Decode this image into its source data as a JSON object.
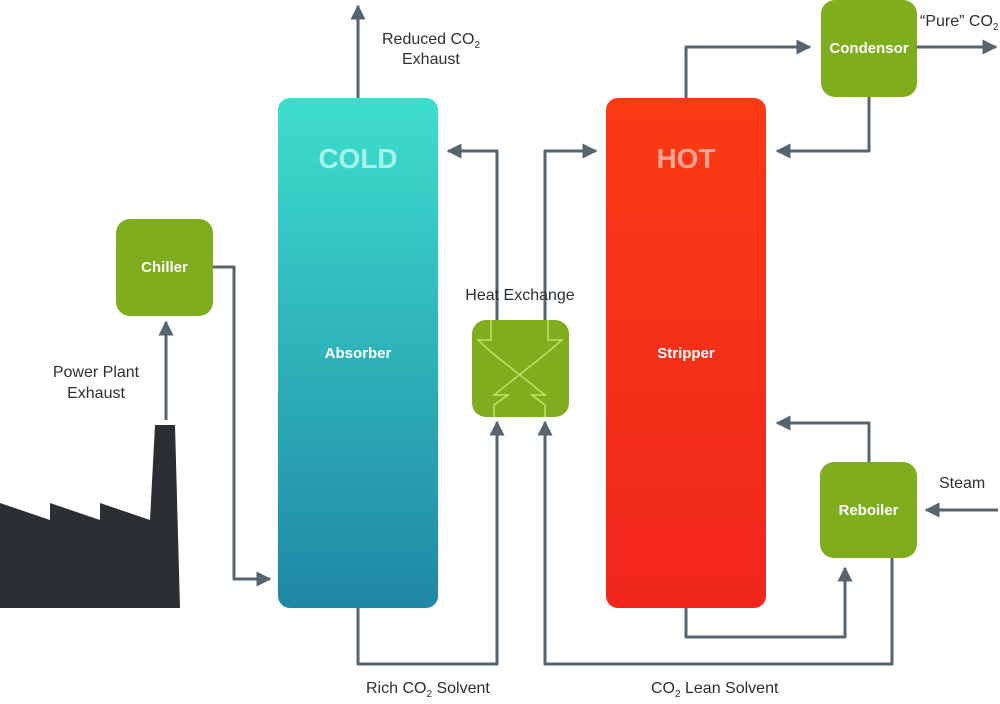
{
  "labels": {
    "reduced_exhaust_line1": "Reduced CO",
    "reduced_exhaust_sub": "2",
    "reduced_exhaust_line2": "Exhaust",
    "pure_co2": "“Pure” CO",
    "pure_co2_sub": "2",
    "condensor": "Condensor",
    "cold": "COLD",
    "hot": "HOT",
    "chiller": "Chiller",
    "absorber": "Absorber",
    "stripper": "Stripper",
    "heat_exchange": "Heat Exchange",
    "power_plant_line1": "Power Plant",
    "power_plant_line2": "Exhaust",
    "reboiler": "Reboiler",
    "steam": "Steam",
    "rich_solvent_pre": "Rich CO",
    "rich_solvent_sub": "2",
    "rich_solvent_post": " Solvent",
    "lean_solvent_pre": "CO",
    "lean_solvent_sub": "2",
    "lean_solvent_post": " Lean Solvent"
  },
  "colors": {
    "green": "#7fad1e",
    "pipe": "#56646f",
    "cold_top": "#3ddecd",
    "cold_bottom": "#1f87a6",
    "hot_top": "#fb3a14",
    "hot_bottom": "#f0261c",
    "factory": "#2b2f33"
  }
}
